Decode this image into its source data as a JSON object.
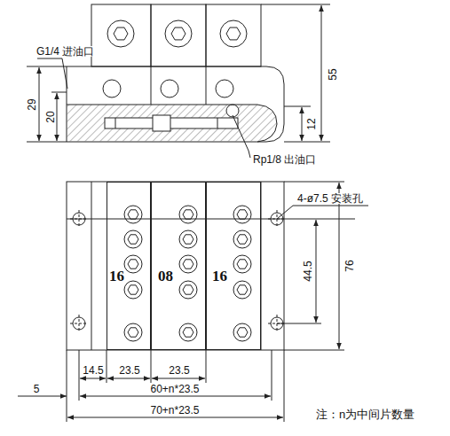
{
  "diagram": {
    "nodes": [
      {
        "text": [
          "16"
        ]
      },
      {
        "text": [
          "08"
        ]
      },
      {
        "text": [
          "16"
        ]
      }
    ],
    "labels": [
      "G1/4 进油口",
      "55",
      "29",
      "20",
      "12",
      "Rp1/8 出油口",
      "4-ø7.5 安装孔",
      "44.5",
      "76",
      "14.5",
      "23.5",
      "23.5",
      "5",
      "60+n*23.5",
      "70+n*23.5",
      "注：n为中间片数量"
    ]
  }
}
